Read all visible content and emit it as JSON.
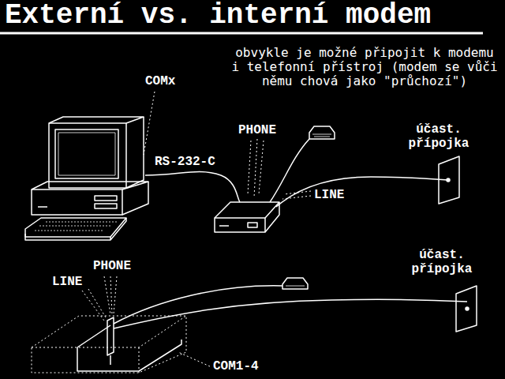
{
  "diagram": {
    "title": "Externí vs. interní modem",
    "labels": [
      "obvykle je možné připojit k modemu i telefonní přístroj (modem se vůči němu chová jako \"průchozí\")",
      "COMx",
      "RS-232-C",
      "PHONE",
      "účast. přípojka",
      "LINE",
      "účast. přípojka",
      "PHONE",
      "LINE",
      "COM1-4"
    ]
  }
}
